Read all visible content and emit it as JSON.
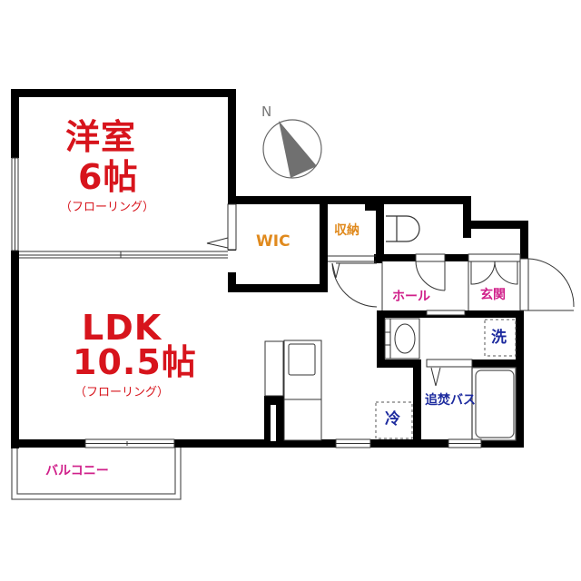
{
  "floor_plan": {
    "compass": {
      "label": "N",
      "icon": "compass-icon"
    },
    "rooms": {
      "western_room": {
        "name": "洋室",
        "size": "6帖",
        "floor": "（フローリング）"
      },
      "ldk": {
        "name": "LDK",
        "size": "10.5帖",
        "floor": "（フローリング）"
      },
      "wic": {
        "name": "WIC"
      },
      "storage": {
        "name": "収納"
      },
      "hall": {
        "name": "ホール"
      },
      "entrance": {
        "name": "玄関"
      },
      "bath": {
        "name": "追焚バス"
      },
      "balcony": {
        "name": "バルコニー"
      }
    },
    "fixtures": {
      "washer": {
        "label": "洗"
      },
      "fridge": {
        "label": "冷"
      }
    },
    "colors": {
      "room_main": "#d7141c",
      "storage": "#e08a1e",
      "circulation": "#d0208a",
      "fixtures": "#1c2a9e",
      "wall": "#000000"
    }
  }
}
